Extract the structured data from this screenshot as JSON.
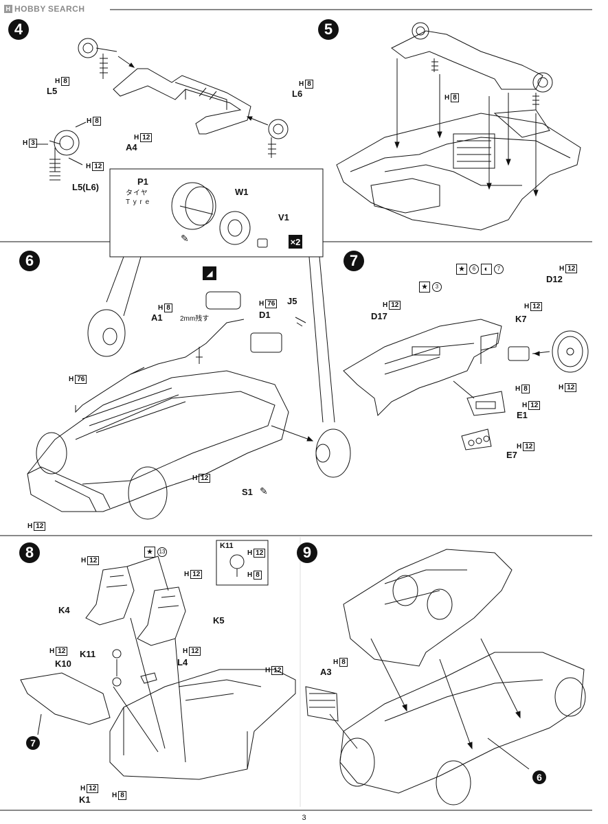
{
  "logo": {
    "brand": "HOBBY",
    "suffix": "SEARCH",
    "icon": "hobby-search-logo-icon"
  },
  "page_number": "3",
  "steps": {
    "s4": "4",
    "s5": "5",
    "s6": "6",
    "s7": "7",
    "s8": "8",
    "s9": "9",
    "ref7": "7",
    "ref6": "6"
  },
  "labels": {
    "h8": "H",
    "h8n": "8",
    "h12": "H",
    "h12n": "12",
    "h3": "H",
    "h3n": "3",
    "h76": "H",
    "h76n": "76",
    "L5": "L5",
    "L6": "L6",
    "A4": "A4",
    "L5L6": "L5(L6)",
    "P1": "P1",
    "tyre_jp": "タイヤ",
    "tyre_en": "T y r e",
    "W1": "W1",
    "V1": "V1",
    "x2": "×2",
    "A1": "A1",
    "D1": "D1",
    "J5": "J5",
    "note_2mm": "2mm残す",
    "S1": "S1",
    "D12": "D12",
    "D17": "D17",
    "K7": "K7",
    "E1": "E1",
    "E7": "E7",
    "star3": "3",
    "star6": "6",
    "star7": "7",
    "star13": "13",
    "K11": "K11",
    "K4": "K4",
    "K5": "K5",
    "K10": "K10",
    "L4": "L4",
    "K1": "K1",
    "A3": "A3"
  },
  "colors": {
    "ink": "#111111",
    "logo_grey": "#8a8a8a",
    "paper": "#ffffff"
  }
}
